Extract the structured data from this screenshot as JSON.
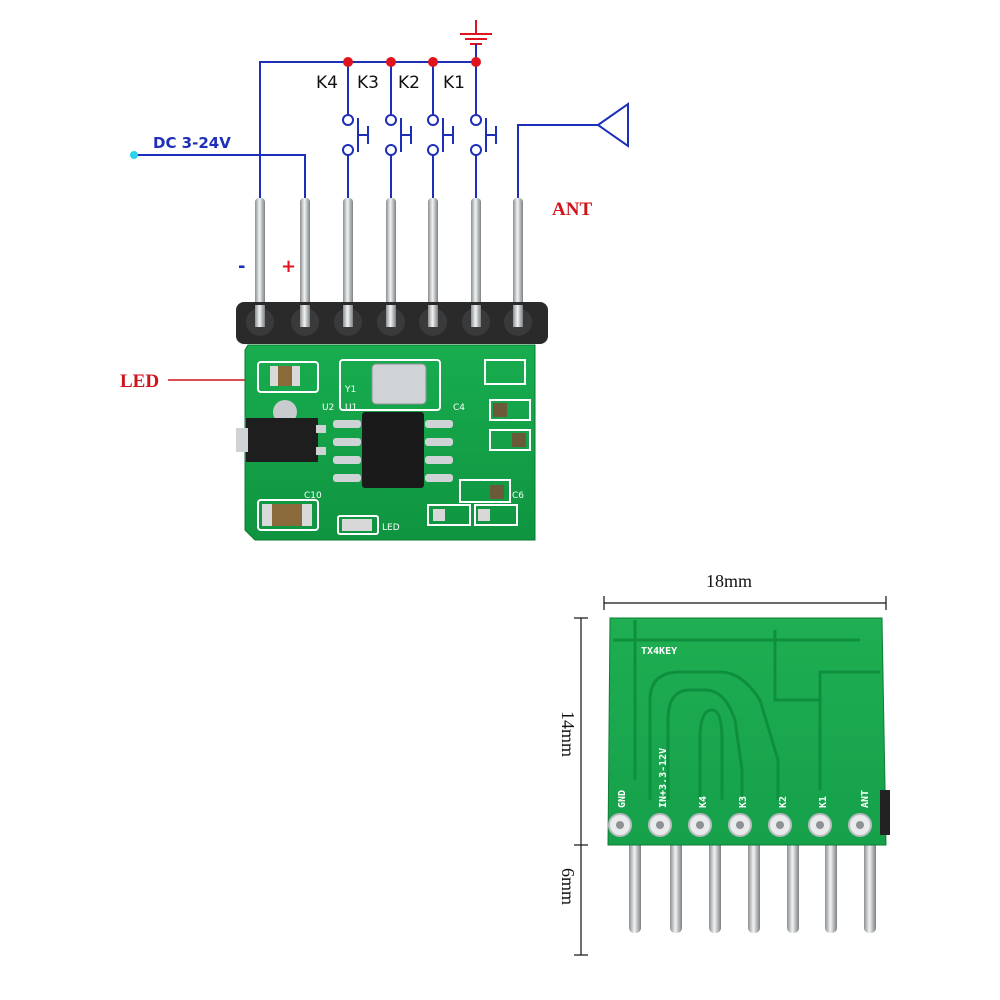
{
  "schematic": {
    "key_labels": [
      "K4",
      "K3",
      "K2",
      "K1"
    ],
    "supply_label": "DC 3-24V",
    "antenna_label": "ANT",
    "minus_sign": "-",
    "plus_sign": "+",
    "led_label": "LED"
  },
  "front_board": {
    "silkscreen": [
      "Y1",
      "U1",
      "U2",
      "C4",
      "C6",
      "C10",
      "LED"
    ]
  },
  "back_board": {
    "model": "TX4KEY",
    "pin_labels": [
      "GND",
      "IN+3.3-12V",
      "K4",
      "K3",
      "K2",
      "K1",
      "ANT"
    ],
    "width_dim": "18mm",
    "height_dim": "14mm",
    "pin_dim": "6mm"
  },
  "colors": {
    "wire": "#1d2fb8",
    "junction": "#e0141e",
    "callout": "#d0121b",
    "pcb": "#12a246"
  }
}
